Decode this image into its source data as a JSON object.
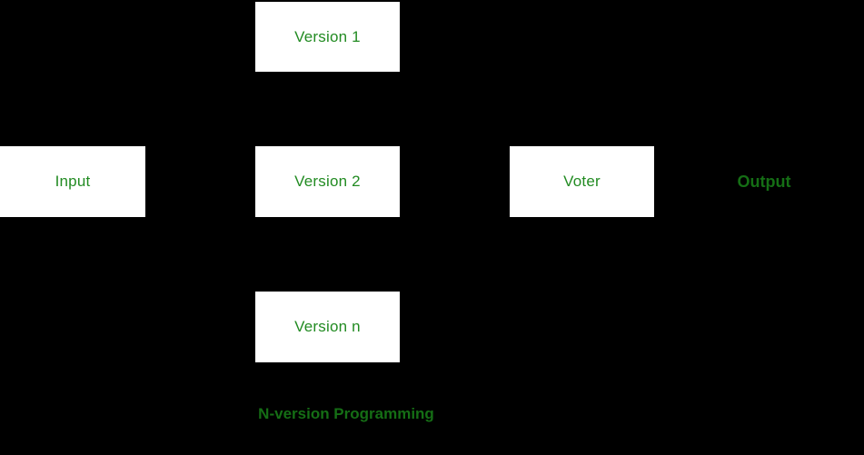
{
  "diagram": {
    "caption": "N-version Programming",
    "colors": {
      "background": "#000000",
      "box_fill": "#FFFFFF",
      "box_text_green": "#228B22",
      "label_text_green": "#156E15"
    },
    "nodes": [
      {
        "id": "version-1",
        "label": "Version 1"
      },
      {
        "id": "input",
        "label": "Input"
      },
      {
        "id": "version-2",
        "label": "Version 2"
      },
      {
        "id": "voter",
        "label": "Voter"
      },
      {
        "id": "version-n",
        "label": "Version n"
      }
    ],
    "labels": {
      "output": "Output"
    }
  }
}
